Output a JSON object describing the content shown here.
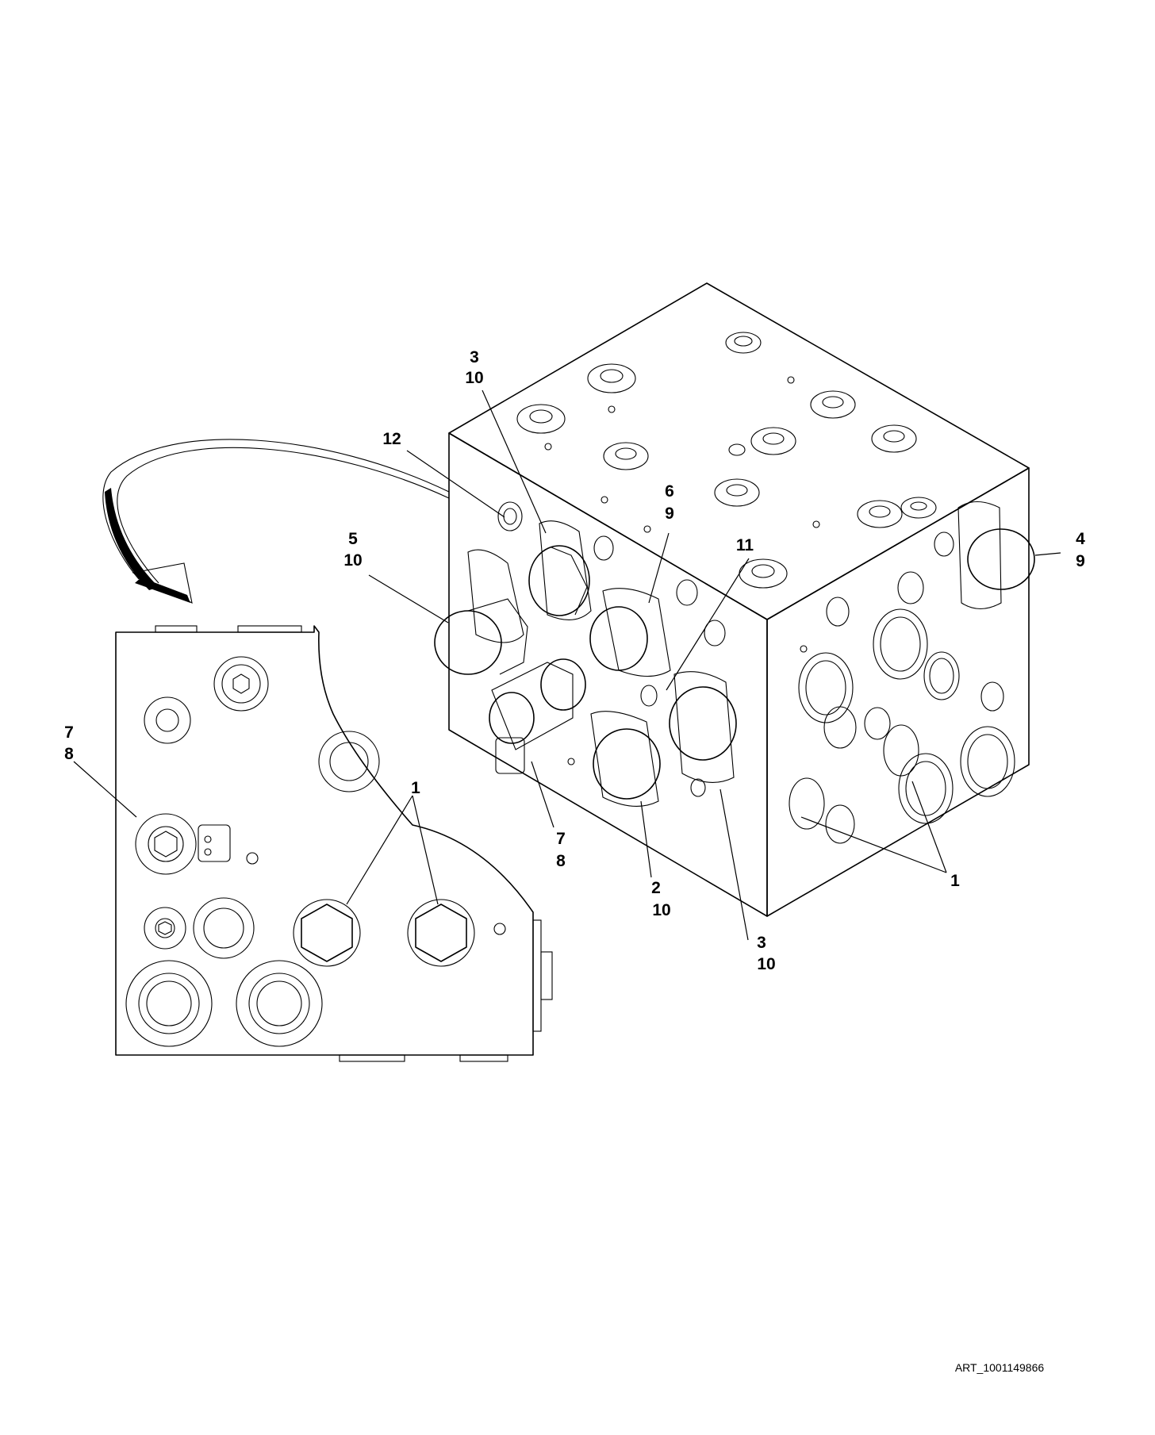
{
  "callouts": {
    "c3a_item": "3",
    "c3a_qty": "10",
    "c12": "12",
    "c5_item": "5",
    "c5_qty": "10",
    "c6_item": "6",
    "c6_qty": "9",
    "c11": "11",
    "c4_item": "4",
    "c4_qty": "9",
    "c7a_item": "7",
    "c7a_qty": "8",
    "c1a": "1",
    "c7b_item": "7",
    "c7b_qty": "8",
    "c2_item": "2",
    "c2_qty": "10",
    "c3b_item": "3",
    "c3b_qty": "10",
    "c1b": "1"
  },
  "art_ref": "ART_1001149866"
}
